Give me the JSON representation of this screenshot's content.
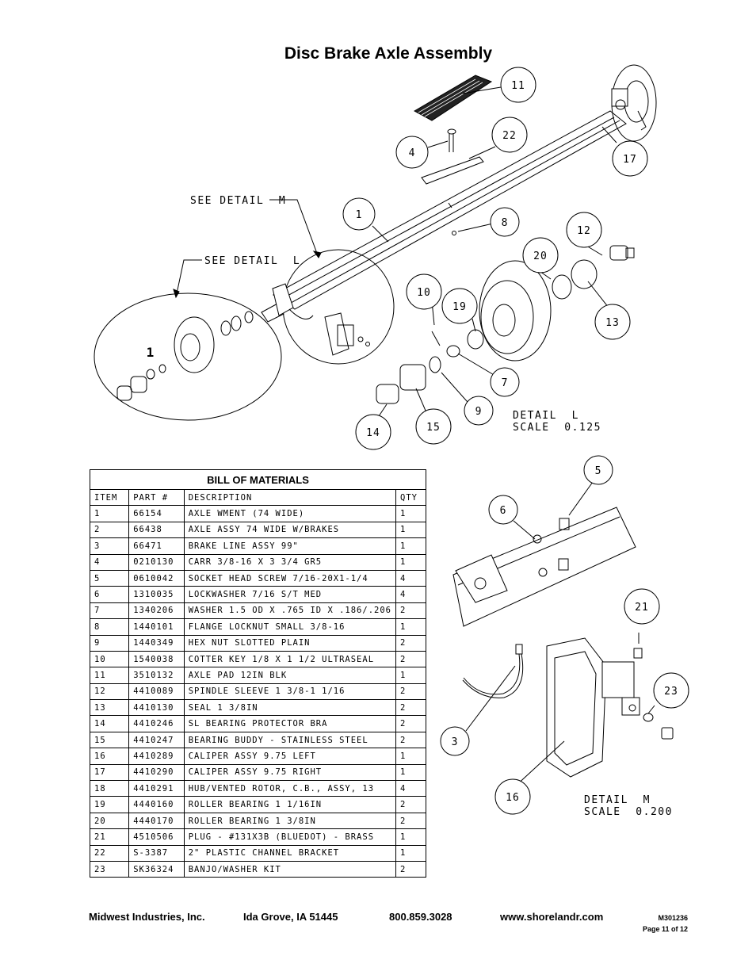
{
  "title": "Disc Brake Axle Assembly",
  "callouts": {
    "c1": "1",
    "c4": "4",
    "c7": "7",
    "c8": "8",
    "c9": "9",
    "c10": "10",
    "c11": "11",
    "c12": "12",
    "c13": "13",
    "c14": "14",
    "c15": "15",
    "c17": "17",
    "c19": "19",
    "c20": "20",
    "c22": "22",
    "c5": "5",
    "c6": "6",
    "c21": "21",
    "c23": "23",
    "c3": "3",
    "c16": "16",
    "big1": "1"
  },
  "annotations": {
    "see_detail_m": "SEE DETAIL  M",
    "see_detail_l": "SEE DETAIL  L",
    "detail_l": "DETAIL  L",
    "detail_l_scale": "SCALE  0.125",
    "detail_m": "DETAIL  M",
    "detail_m_scale": "SCALE  0.200"
  },
  "bom": {
    "title": "BILL OF MATERIALS",
    "headers": [
      "ITEM",
      "PART #",
      "DESCRIPTION",
      "QTY"
    ],
    "rows": [
      [
        "1",
        "66154",
        "AXLE WMENT (74 WIDE)",
        "1"
      ],
      [
        "2",
        "66438",
        "AXLE ASSY 74 WIDE W/BRAKES",
        "1"
      ],
      [
        "3",
        "66471",
        "BRAKE LINE ASSY 99\"",
        "1"
      ],
      [
        "4",
        "0210130",
        "CARR 3/8-16 X 3 3/4 GR5",
        "1"
      ],
      [
        "5",
        "0610042",
        "SOCKET HEAD SCREW 7/16-20X1-1/4",
        "4"
      ],
      [
        "6",
        "1310035",
        "LOCKWASHER 7/16 S/T MED",
        "4"
      ],
      [
        "7",
        "1340206",
        "WASHER 1.5 OD X .765 ID X .186/.206",
        "2"
      ],
      [
        "8",
        "1440101",
        "FLANGE LOCKNUT SMALL 3/8-16",
        "1"
      ],
      [
        "9",
        "1440349",
        "HEX NUT SLOTTED PLAIN",
        "2"
      ],
      [
        "10",
        "1540038",
        "COTTER KEY 1/8 X 1 1/2 ULTRASEAL",
        "2"
      ],
      [
        "11",
        "3510132",
        "AXLE PAD 12IN  BLK",
        "1"
      ],
      [
        "12",
        "4410089",
        "SPINDLE SLEEVE  1 3/8-1 1/16",
        "2"
      ],
      [
        "13",
        "4410130",
        "SEAL  1 3/8IN",
        "2"
      ],
      [
        "14",
        "4410246",
        "SL BEARING PROTECTOR BRA",
        "2"
      ],
      [
        "15",
        "4410247",
        "BEARING BUDDY - STAINLESS STEEL",
        "2"
      ],
      [
        "16",
        "4410289",
        "CALIPER ASSY 9.75 LEFT",
        "1"
      ],
      [
        "17",
        "4410290",
        "CALIPER ASSY 9.75 RIGHT",
        "1"
      ],
      [
        "18",
        "4410291",
        "HUB/VENTED ROTOR, C.B., ASSY, 13",
        "4"
      ],
      [
        "19",
        "4440160",
        "ROLLER BEARING  1 1/16IN",
        "2"
      ],
      [
        "20",
        "4440170",
        "ROLLER BEARING  1 3/8IN",
        "2"
      ],
      [
        "21",
        "4510506",
        "PLUG - #131X3B (BLUEDOT) - BRASS",
        "1"
      ],
      [
        "22",
        "S-3387",
        "2\" PLASTIC CHANNEL BRACKET",
        "1"
      ],
      [
        "23",
        "SK36324",
        "BANJO/WASHER  KIT",
        "2"
      ]
    ]
  },
  "footer": {
    "company": "Midwest Industries, Inc.",
    "location": "Ida Grove, IA  51445",
    "phone": "800.859.3028",
    "website": "www.shorelandr.com",
    "doc_number": "M301236",
    "page": "Page 11 of 12"
  }
}
